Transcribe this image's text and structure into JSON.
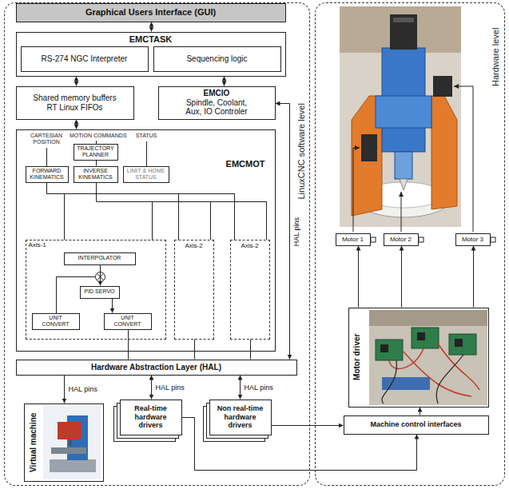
{
  "diagram": {
    "nodes": [
      {
        "text": [
          "LinuxCNC software level"
        ]
      },
      {
        "text": [
          "Graphical Users Interface (GUI)"
        ],
        "in": 0
      },
      {
        "text": [
          "EMCTASK"
        ],
        "in": 0
      },
      {
        "text": [
          "RS-274 NGC Interpreter"
        ],
        "in": 2
      },
      {
        "text": [
          "Sequencing logic"
        ],
        "in": 2
      },
      {
        "text": [
          "Shared memory buffers RT Linux FIFOs"
        ],
        "in": 0
      },
      {
        "text": [
          "EMCIO",
          "Spindle, Coolant, Aux, IO Controler"
        ],
        "in": 0
      },
      {
        "text": [
          "EMCMOT"
        ],
        "in": 0
      },
      {
        "text": [
          "TRAJECTORY PLANNER"
        ],
        "in": 7
      },
      {
        "text": [
          "FORWARD KINEMATICS"
        ],
        "in": 7
      },
      {
        "text": [
          "INVERSE KINEMATICS"
        ],
        "in": 7
      },
      {
        "text": [
          "LIMIT & HOME STATUS"
        ],
        "in": 7
      },
      {
        "text": [
          "Axis-1"
        ],
        "in": 7
      },
      {
        "text": [
          "INTERPOLATOR"
        ],
        "in": 12
      },
      {
        "text": [
          "PID SERVO"
        ],
        "in": 12
      },
      {
        "text": [
          "UNIT CONVERT"
        ],
        "in": 12
      },
      {
        "text": [
          "UNIT CONVERT"
        ],
        "in": 12
      },
      {
        "text": [
          "Axis-2"
        ],
        "in": 7
      },
      {
        "text": [
          "Axis-2"
        ],
        "in": 7
      },
      {
        "text": [
          "Hardware Abstraction Layer (HAL)"
        ],
        "in": 0
      },
      {
        "text": [
          "Virtual machine"
        ],
        "in": 0
      },
      {
        "text": [
          "Real-time hardware drivers"
        ],
        "in": 0
      },
      {
        "text": [
          "Non real-time hardware drivers"
        ],
        "in": 0
      },
      {
        "text": [
          "Hardware level"
        ]
      },
      {
        "text": [
          "Motor 1"
        ],
        "in": 23
      },
      {
        "text": [
          "Motor 2"
        ],
        "in": 23
      },
      {
        "text": [
          "Motor 3"
        ],
        "in": 23
      },
      {
        "text": [
          "Motor driver"
        ],
        "in": 23
      },
      {
        "text": [
          "Machine control interfaces"
        ],
        "in": 23
      }
    ],
    "edges": [
      {
        "from": 1,
        "to": 2,
        "arrow": "both"
      },
      {
        "from": 2,
        "to": 5,
        "arrow": "both"
      },
      {
        "from": 2,
        "to": 6,
        "arrow": "both"
      },
      {
        "from": 5,
        "to": 7,
        "arrow": "both"
      },
      {
        "from": 6,
        "to": 19,
        "label": "HAL pins",
        "arrow": "both"
      },
      {
        "from": 19,
        "to": 20,
        "label": "HAL pins",
        "arrow": "to"
      },
      {
        "from": 19,
        "to": 21,
        "label": "HAL pins",
        "arrow": "both"
      },
      {
        "from": 19,
        "to": 22,
        "label": "HAL pins",
        "arrow": "both"
      },
      {
        "from": 21,
        "to": 28,
        "arrow": "to"
      },
      {
        "from": 22,
        "to": 28,
        "arrow": "to"
      },
      {
        "from": 28,
        "to": 27,
        "arrow": "to"
      },
      {
        "from": 27,
        "to": 24,
        "arrow": "to"
      },
      {
        "from": 27,
        "to": 25,
        "arrow": "to"
      },
      {
        "from": 27,
        "to": 26,
        "arrow": "to"
      },
      {
        "from": 8,
        "to": 10,
        "arrow": "none"
      },
      {
        "from": 13,
        "to": 14,
        "arrow": "to"
      },
      {
        "from": 14,
        "to": 16,
        "arrow": "to"
      },
      {
        "from": 12,
        "to": 19,
        "arrow": "none"
      },
      {
        "from": 17,
        "to": 19,
        "arrow": "none"
      },
      {
        "from": 18,
        "to": 19,
        "arrow": "none"
      }
    ],
    "labels": [
      "CARTESIAN POSITION",
      "MOTION COMMANDS",
      "STATUS"
    ]
  }
}
